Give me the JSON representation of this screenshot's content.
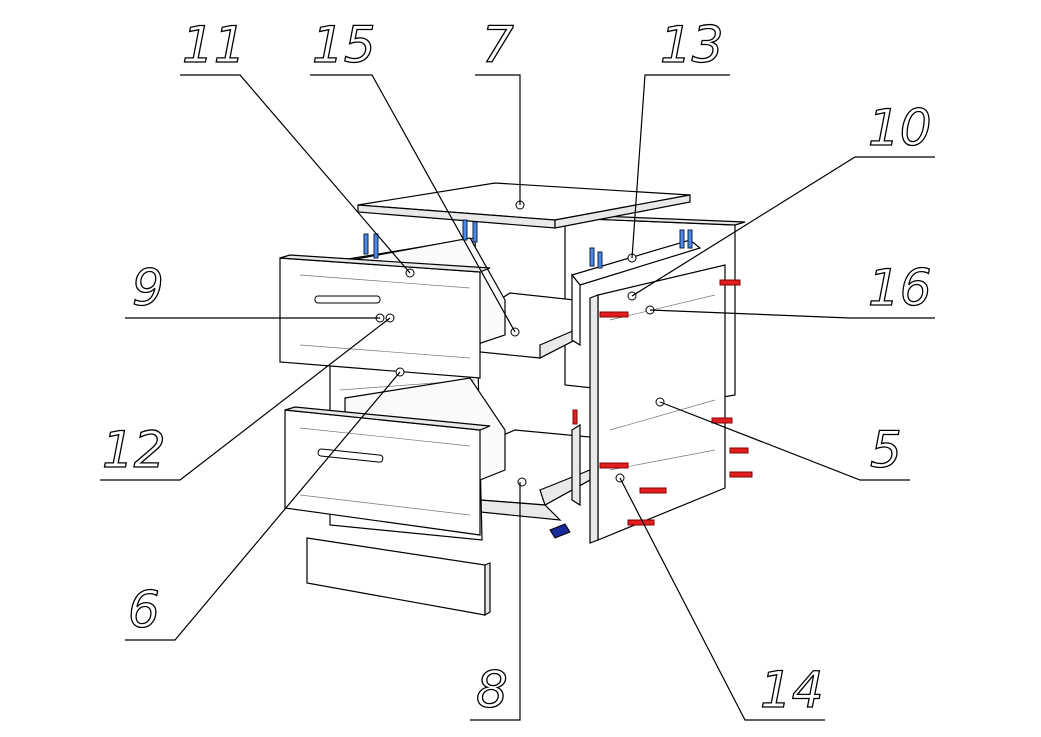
{
  "diagram": {
    "type": "exploded assembly drawing - chest of drawers",
    "callouts": [
      {
        "number": "11"
      },
      {
        "number": "15"
      },
      {
        "number": "7"
      },
      {
        "number": "13"
      },
      {
        "number": "10"
      },
      {
        "number": "9"
      },
      {
        "number": "16"
      },
      {
        "number": "12"
      },
      {
        "number": "5"
      },
      {
        "number": "6"
      },
      {
        "number": "8"
      },
      {
        "number": "14"
      }
    ],
    "colors": {
      "line": "#000000",
      "fastener_red": "#e02020",
      "fastener_blue": "#2060e0",
      "clip_navy": "#1a2a9a"
    }
  }
}
